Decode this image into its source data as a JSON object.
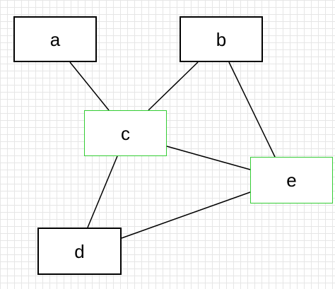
{
  "diagram": {
    "nodes": [
      {
        "id": "a",
        "label": "a",
        "border_color": "#000000"
      },
      {
        "id": "b",
        "label": "b",
        "border_color": "#000000"
      },
      {
        "id": "c",
        "label": "c",
        "border_color": "#33cc33"
      },
      {
        "id": "d",
        "label": "d",
        "border_color": "#000000"
      },
      {
        "id": "e",
        "label": "e",
        "border_color": "#33cc33"
      }
    ],
    "edges": [
      {
        "from": "a",
        "to": "c"
      },
      {
        "from": "b",
        "to": "c"
      },
      {
        "from": "b",
        "to": "e"
      },
      {
        "from": "c",
        "to": "d"
      },
      {
        "from": "c",
        "to": "e"
      },
      {
        "from": "d",
        "to": "e"
      }
    ]
  }
}
